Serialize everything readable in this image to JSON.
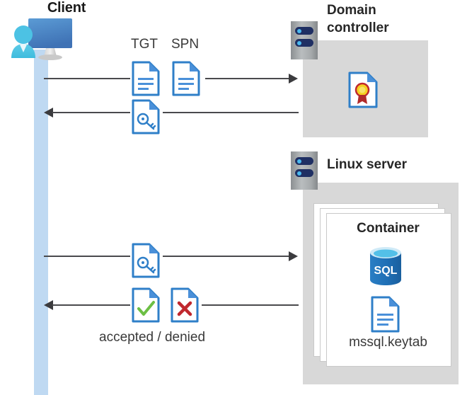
{
  "diagram": {
    "title_alt": "Kerberos authentication flow between Client, Domain controller and Linux server",
    "colors": {
      "zone_gray": "#d8d8d8",
      "lifeline_blue": "#bfd9f2",
      "doc_blue": "#2f7fc8",
      "doc_fold_blue": "#4a90d9",
      "arrow_gray": "#4a4a4d",
      "rack_navy": "#1f2f63",
      "rack_dot_blue": "#49b9ef",
      "sql_blue": "#1f6fb5",
      "sql_top_blue": "#53c0e8",
      "check_green": "#6cbf44",
      "cross_red": "#c0282d",
      "seal_yellow": "#f5d020",
      "ribbon_red": "#b02a2a",
      "card_white": "#ffffff",
      "text_dark": "#262626"
    }
  },
  "actors": {
    "client": {
      "label": "Client",
      "icon": "client-computer-icon"
    },
    "domain_controller": {
      "label": "Domain\ncontroller",
      "label_line1": "Domain",
      "label_line2": "controller",
      "icon": "server-rack-icon",
      "contents": [
        {
          "name": "certificate-icon",
          "label": ""
        }
      ]
    },
    "linux_server": {
      "label": "Linux server",
      "icon": "server-rack-icon",
      "container": {
        "label": "Container",
        "stacked_copies": 3,
        "items": [
          {
            "name": "sql-database-icon",
            "label": "SQL"
          },
          {
            "name": "keytab-document-icon",
            "label": "mssql.keytab"
          }
        ]
      }
    }
  },
  "messages": [
    {
      "index": 1,
      "direction": "right",
      "from": "client",
      "to": "domain_controller",
      "labels": [
        "TGT",
        "SPN"
      ],
      "icons": [
        "document-icon",
        "document-icon"
      ]
    },
    {
      "index": 2,
      "direction": "left",
      "from": "domain_controller",
      "to": "client",
      "labels": [],
      "icons": [
        "key-document-icon"
      ]
    },
    {
      "index": 3,
      "direction": "right",
      "from": "client",
      "to": "linux_server",
      "labels": [],
      "icons": [
        "key-document-icon"
      ]
    },
    {
      "index": 4,
      "direction": "left",
      "from": "linux_server",
      "to": "client",
      "labels": [
        "accepted / denied"
      ],
      "icons": [
        "accepted-document-icon",
        "denied-document-icon"
      ]
    }
  ],
  "labels": {
    "tgt": "TGT",
    "spn": "SPN",
    "accepted_denied": "accepted / denied",
    "container": "Container",
    "keytab": "mssql.keytab",
    "sql": "SQL",
    "client": "Client",
    "domain_controller_line1": "Domain",
    "domain_controller_line2": "controller",
    "linux_server": "Linux server"
  }
}
